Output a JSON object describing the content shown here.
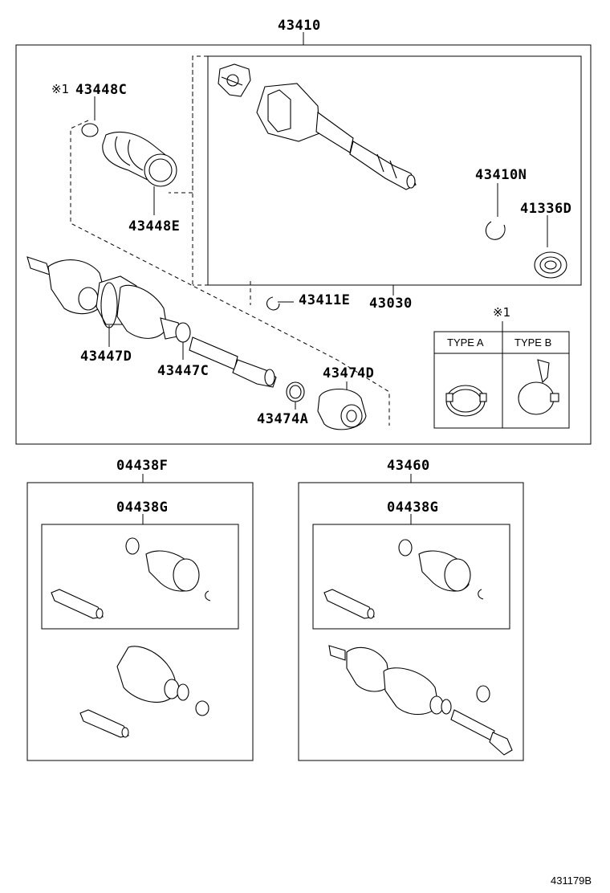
{
  "labels": {
    "main_assembly": "43410",
    "inner_joint": "43410N",
    "seal": "41336D",
    "outer_boot_clamp": "43448C",
    "outer_boot": "43448E",
    "clip": "43411E",
    "inner_shaft": "43030",
    "inner_boot": "43447D",
    "inner_boot_clamp": "43447C",
    "damper": "43474D",
    "damper_clamp": "43474A",
    "kit_left": "04438F",
    "kit_left_sub": "04438G",
    "kit_right": "43460",
    "kit_right_sub": "04438G"
  },
  "notes": {
    "note_marker": "※1",
    "note_table_marker": "※1"
  },
  "type_table": {
    "type_a": "TYPE A",
    "type_b": "TYPE B"
  },
  "footer": {
    "diagram_code": "431179B"
  }
}
